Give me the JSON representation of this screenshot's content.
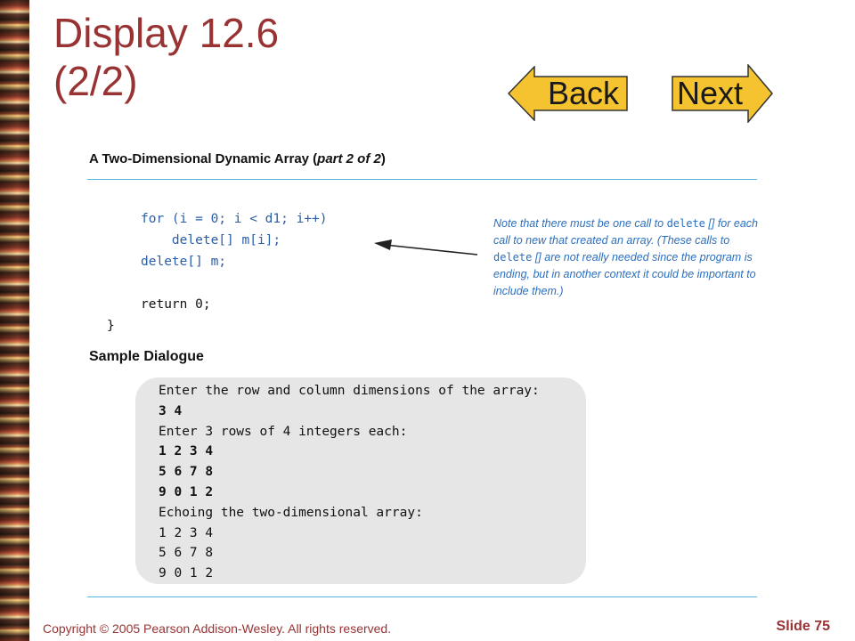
{
  "slide": {
    "title_line1": "Display 12.6",
    "title_line2": "(2/2)",
    "nav": {
      "back_label": "Back",
      "next_label": "Next",
      "button_fill": "#f5c230",
      "button_stroke": "#333333"
    },
    "panel_heading": "A Two-Dimensional Dynamic Array (part 2 of 2)",
    "code_lines": [
      "for (i = 0; i < d1; i++)",
      "    delete[] m[i];",
      "delete[] m;",
      "",
      "return 0;",
      "}"
    ],
    "note": {
      "p1": "Note that there must be one call to ",
      "c1": "delete",
      "p2": " [] for each call to new that created an array. (These calls to ",
      "c2": "delete",
      "p3": " [] are not really needed since the program is ending, but in another context it could be important to include them.)"
    },
    "dialogue_heading": "Sample Dialogue",
    "dialogue_lines": [
      {
        "text": "Enter the row and column dimensions of the array:",
        "bold": false
      },
      {
        "text": "3 4",
        "bold": true
      },
      {
        "text": "Enter 3 rows of 4 integers each:",
        "bold": false
      },
      {
        "text": "1 2 3 4",
        "bold": true
      },
      {
        "text": "5 6 7 8",
        "bold": true
      },
      {
        "text": "9 0 1 2",
        "bold": true
      },
      {
        "text": "Echoing the two-dimensional array:",
        "bold": false
      },
      {
        "text": "1 2 3 4",
        "bold": false
      },
      {
        "text": "5 6 7 8",
        "bold": false
      },
      {
        "text": "9 0 1 2",
        "bold": false
      }
    ],
    "footer_copyright": "Copyright © 2005 Pearson Addison-Wesley. All rights reserved.",
    "footer_slide": "Slide 75"
  }
}
